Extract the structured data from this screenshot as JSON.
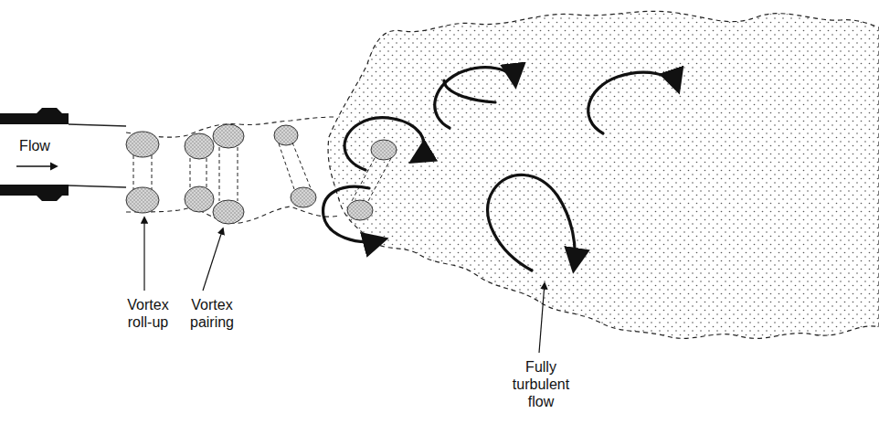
{
  "diagram": {
    "labels": [
      "Flow",
      "Vortex roll-up",
      "Vortex pairing",
      "Fully turbulent flow"
    ]
  }
}
